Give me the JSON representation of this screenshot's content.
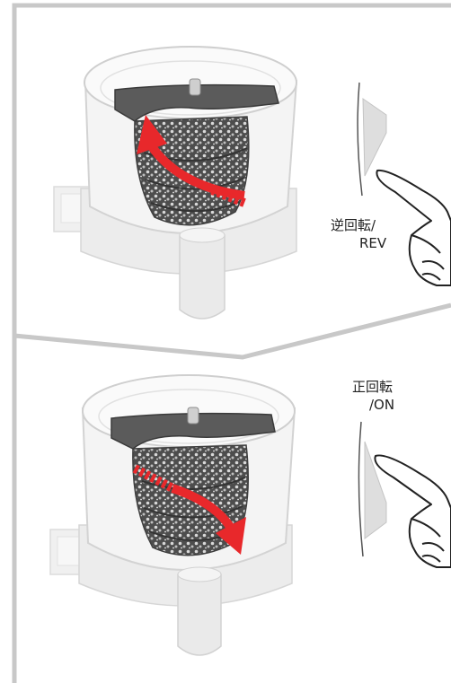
{
  "panels": [
    {
      "id": "reverse",
      "label_line1": "逆回転/",
      "label_line2": "REV",
      "arrow_direction": "counterclockwise-up"
    },
    {
      "id": "forward",
      "label_line1": "正回転",
      "label_line2": "/ON",
      "arrow_direction": "clockwise-down"
    }
  ],
  "colors": {
    "frame": "#c8c8c8",
    "arrow": "#e8282b",
    "auger": "#5b5b5b",
    "body": "#f2f2f2",
    "outline": "#cfcfcf"
  }
}
